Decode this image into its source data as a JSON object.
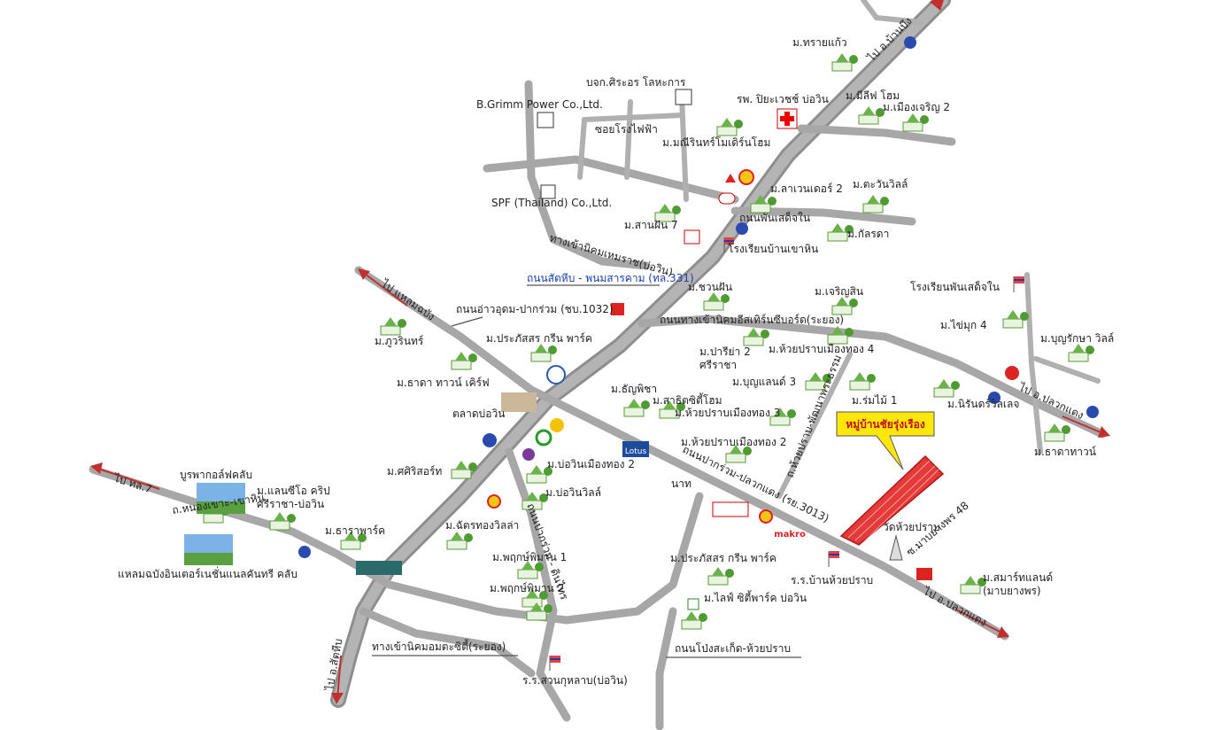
{
  "map": {
    "highlight_label": "หมู่บ้านชัยรุ่งเรือง",
    "directions": {
      "top_right": "ไป อ.บ้านบึง",
      "upper_left": "ไป แหลมฉบัง",
      "left": "ไป ทล.7",
      "bottom_left": "ไป อ.สัตหีบ",
      "right_upper": "ไป อ.ปลวกแดง",
      "right_lower": "ไป อ.ปลวกแดง"
    },
    "roads": {
      "road_331": "ถนนสัตหีบ - พนมสารคาม (ทล.331)",
      "road_1032": "ถนนอ่าวอุดม-ปากร่วม (ชบ.1032)",
      "road_3013": "ถนนปากร่วม-ปลวกแดง (รย.3013)",
      "road_eastern_seaboard": "ถนนทางเข้านิคมอีสเทิร์นซีบอร์ด(ระยอง)",
      "road_wha": "ทางเข้านิคมเหมราช(บ่อวิน)",
      "road_phan_sadet": "ถนนพันเสด็จใน",
      "road_khao_hin": "ถ.หนองเขาะ-เขาหิน",
      "road_pakruam_dinthai": "ถนนปากร่วม - ดินไทร",
      "road_amata": "ทางเข้านิคมอมตะซิตี้(ระยอง)",
      "road_pong_huaypraban": "ถนนโป่งสะเก็ด-ห้วยปราบ",
      "road_huaypraban": "ถ.ห้วยปราบ-พัฒนาพระธรรม",
      "soi_power": "ซอยโรงไฟฟ้า"
    },
    "places": [
      {
        "key": "sai_kaew",
        "label": "ม.ทรายแก้ว"
      },
      {
        "key": "pyk",
        "label": "บจก.ศิระอร โลหะการ"
      },
      {
        "key": "bgrimm",
        "label": "B.Grimm Power Co.,Ltd."
      },
      {
        "key": "hospital",
        "label": "รพ. ปิยะเวชช์ บ่อวิน"
      },
      {
        "key": "mili",
        "label": "ม.มีลีฟ โฮม"
      },
      {
        "key": "muang_charoen",
        "label": "ม.เมืองเจริญ 2"
      },
      {
        "key": "manirin",
        "label": "ม.มณีรินทร์โมเดิร์นโฮม"
      },
      {
        "key": "spf",
        "label": "SPF (Thailand) Co.,Ltd."
      },
      {
        "key": "lavender",
        "label": "ม.ลาเวนเดอร์ 2"
      },
      {
        "key": "tawan",
        "label": "ม.ตะวันวิลล์"
      },
      {
        "key": "sanphan",
        "label": "ม.สานฝัน 7"
      },
      {
        "key": "kanlada",
        "label": "ม.กัลรดา"
      },
      {
        "key": "school_khao_hin",
        "label": "โรงเรียนบ้านเขาหิน"
      },
      {
        "key": "school_phan_sadet",
        "label": "โรงเรียนพันเสด็จใน"
      },
      {
        "key": "chuanfan",
        "label": "ม.ชวนฝัน"
      },
      {
        "key": "charoensin",
        "label": "ม.เจริญสิน"
      },
      {
        "key": "khaimuk",
        "label": "ม.ไข่มุก 4"
      },
      {
        "key": "bunruksa",
        "label": "ม.บุญรักษา วิลล์"
      },
      {
        "key": "puwarin",
        "label": "ม.ภูวรินทร์"
      },
      {
        "key": "prapatsorn",
        "label": "ม.ประภัสสร กรีน พาร์ค"
      },
      {
        "key": "pariya",
        "label": "ม.ปารีย่า 2\nศรีราชา"
      },
      {
        "key": "huaypraban4",
        "label": "ม.ห้วยปราบเมืองทอง 4"
      },
      {
        "key": "thara_town",
        "label": "ม.ธาดา ทาวน์ เคิร์ฟ"
      },
      {
        "key": "boonland",
        "label": "ม.บุญแลนด์ 3"
      },
      {
        "key": "rommai",
        "label": "ม.ร่มไม้ 1"
      },
      {
        "key": "ninrin",
        "label": "ม.นิรันดร์วิลเลจ"
      },
      {
        "key": "market",
        "label": "ตลาดบ่อวิน"
      },
      {
        "key": "thanyapa",
        "label": "ม.ธัญพิชา"
      },
      {
        "key": "sathit",
        "label": "ม.สาธิตซิตี้โฮม"
      },
      {
        "key": "huaypraban3",
        "label": "ม.ห้วยปราบเมืองทอง 3"
      },
      {
        "key": "huaypraban2",
        "label": "ม.ห้วยปราบเมืองทอง 2"
      },
      {
        "key": "thara_town2",
        "label": "ม.ธาดาทาวน์"
      },
      {
        "key": "golf1",
        "label": "บูรพากอล์ฟคลับ"
      },
      {
        "key": "landmark",
        "label": "ม.แลนซีโอ คริป\nศรีราชา-บ่อวิน"
      },
      {
        "key": "sirisot",
        "label": "ม.ศศิริสอร์ท"
      },
      {
        "key": "bowin_muangthong",
        "label": "ม.บ่อวินเมืองทอง 2"
      },
      {
        "key": "bowin_ville",
        "label": "ม.บ่อวินวิลล์"
      },
      {
        "key": "nattong",
        "label": "ม.ฉัตรทองวิลล่า"
      },
      {
        "key": "thara_park",
        "label": "ม.ธาราพาร์ค"
      },
      {
        "key": "golf2",
        "label": "แหลมฉบังอินเตอร์เนชั่นแนลคันทรี คลับ"
      },
      {
        "key": "pruksa1",
        "label": "ม.พฤกษ์พิมาน 1"
      },
      {
        "key": "pruksa2",
        "label": "ม.พฤกษ์พิมาน 2"
      },
      {
        "key": "prapat_green",
        "label": "ม.ประภัสสร กรีน พาร์ค"
      },
      {
        "key": "school_huaypraban",
        "label": "ร.ร.บ้านห้วยปราบ"
      },
      {
        "key": "wat_huaypraban",
        "label": "วัดห้วยปราบ"
      },
      {
        "key": "smart_land",
        "label": "ม.สมาร์ทแลนด์\n(มาบยางพร)"
      },
      {
        "key": "life_city",
        "label": "ม.ไลฟ์ ซิตี้พาร์ค บ่อวิน"
      },
      {
        "key": "school_suankulab",
        "label": "ร.ร.สวนกุหลาบ(บ่อวิน)"
      },
      {
        "key": "mabyang",
        "label": "ซ.มาบยางพร 48"
      },
      {
        "key": "lotus",
        "label": "Lotus"
      },
      {
        "key": "makro",
        "label": "makro"
      },
      {
        "key": "nart",
        "label": "นาท"
      }
    ]
  }
}
